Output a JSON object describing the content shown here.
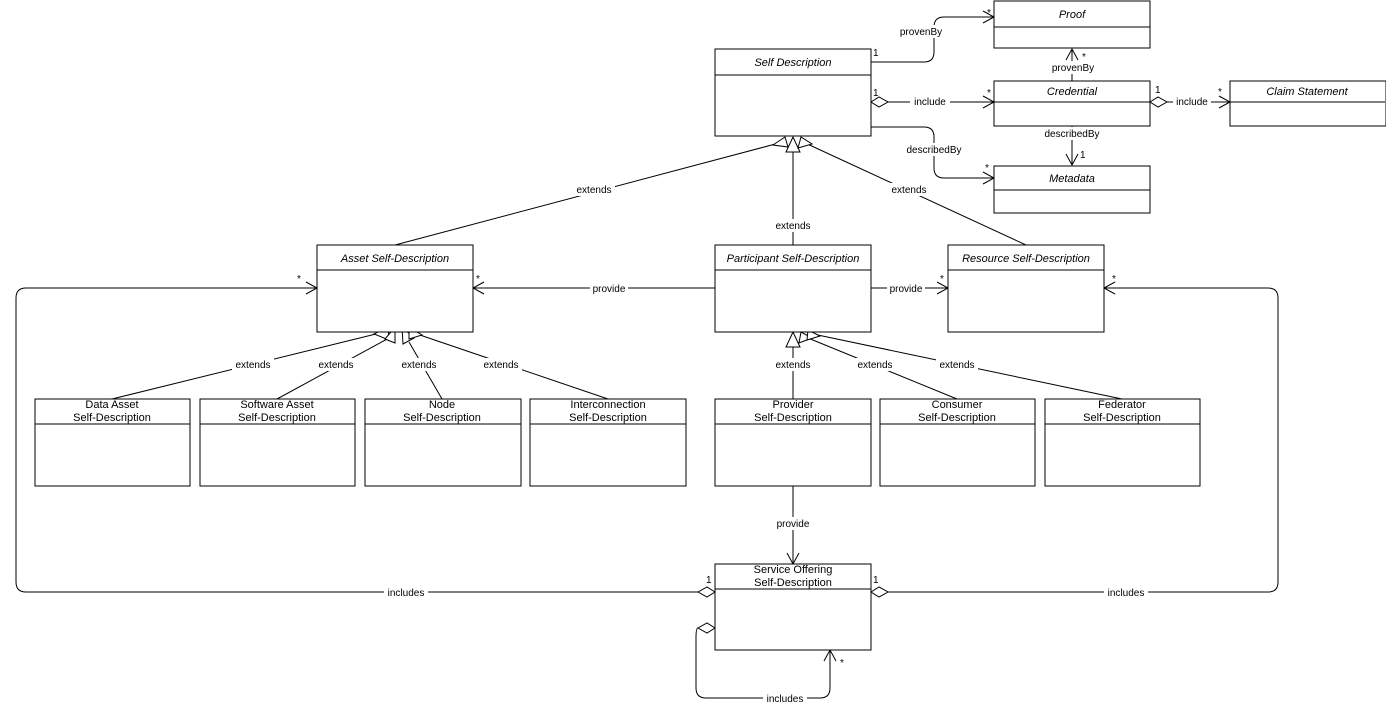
{
  "classes": {
    "self_description": "Self Description",
    "proof": "Proof",
    "credential": "Credential",
    "claim_statement": "Claim Statement",
    "metadata": "Metadata",
    "asset_sd": "Asset Self-Description",
    "participant_sd": "Participant Self-Description",
    "resource_sd": "Resource Self-Description",
    "data_asset": [
      "Data Asset",
      "Self-Description"
    ],
    "software_asset": [
      "Software Asset",
      "Self-Description"
    ],
    "node": [
      "Node",
      "Self-Description"
    ],
    "interconnection": [
      "Interconnection",
      "Self-Description"
    ],
    "provider": [
      "Provider",
      "Self-Description"
    ],
    "consumer": [
      "Consumer",
      "Self-Description"
    ],
    "federator": [
      "Federator",
      "Self-Description"
    ],
    "service_offering": [
      "Service Offering",
      "Self-Description"
    ]
  },
  "labels": {
    "proven_by": "provenBy",
    "include": "include",
    "described_by": "describedBy",
    "extends": "extends",
    "provide": "provide",
    "includes": "includes"
  },
  "multiplicities": {
    "one": "1",
    "many": "*"
  }
}
